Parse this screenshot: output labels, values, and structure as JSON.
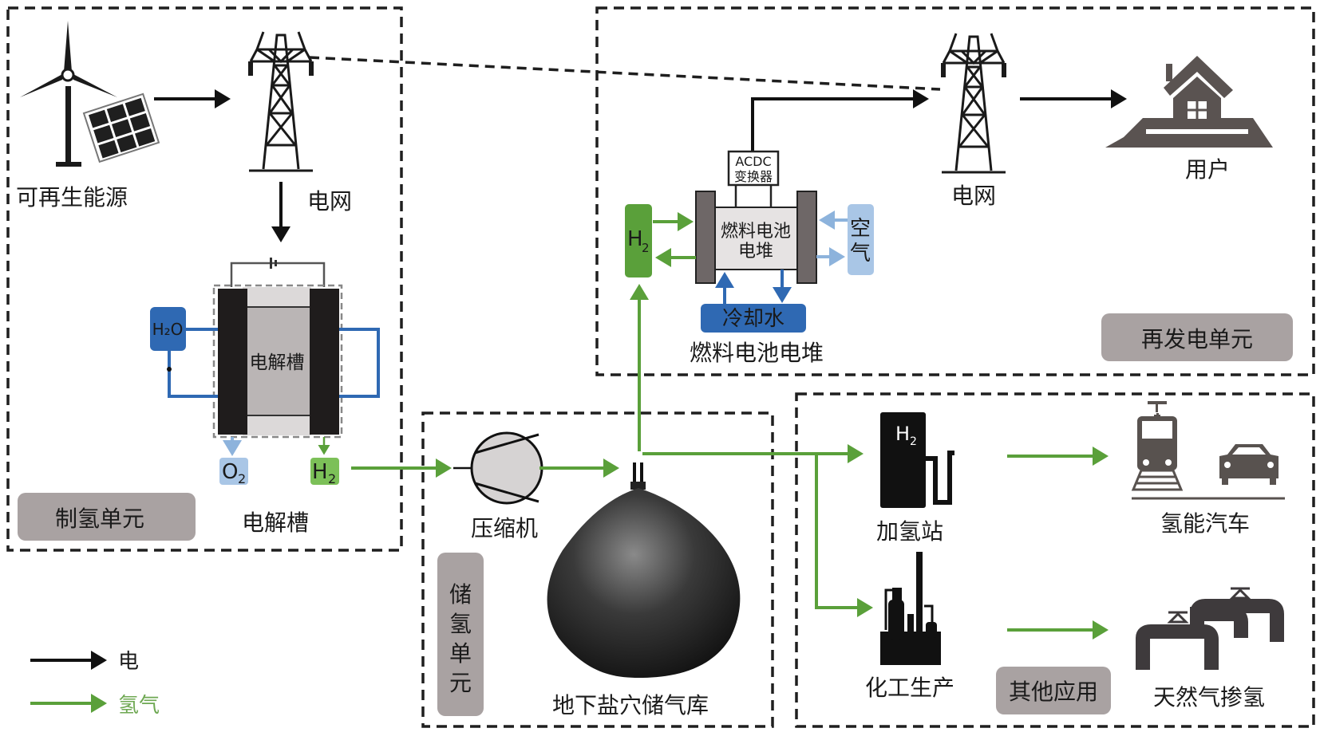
{
  "title": "Renewable hydrogen production, storage and utilization system",
  "colors": {
    "electricity": "#111111",
    "hydrogen": "#5aa03a",
    "water": "#2f69b3",
    "air": "#a9c6e6",
    "unit_badge": "#a9a2a2",
    "icon_gray": "#58524f"
  },
  "production_unit": {
    "badge": "制氢单元",
    "renewable_label": "可再生能源",
    "grid_label": "电网",
    "electrolyzer_inner": "电解槽",
    "electrolyzer_label": "电解槽",
    "water": "H₂O",
    "oxygen": "O",
    "oxygen_sub": "2",
    "hydrogen": "H",
    "hydrogen_sub": "2"
  },
  "regeneration_unit": {
    "badge": "再发电单元",
    "converter_line1": "ACDC",
    "converter_line2": "变换器",
    "stack_line1": "燃料电池",
    "stack_line2": "电堆",
    "stack_label": "燃料电池电堆",
    "hydrogen": "H",
    "hydrogen_sub": "2",
    "air_line1": "空",
    "air_line2": "气",
    "coolant": "冷却水",
    "grid_label": "电网",
    "user_label": "用户"
  },
  "storage_unit": {
    "badge_chars": [
      "储",
      "氢",
      "单",
      "元"
    ],
    "compressor_label": "压缩机",
    "cavern_label": "地下盐穴储气库"
  },
  "applications_unit": {
    "badge": "其他应用",
    "station_label": "加氢站",
    "station_h": "H",
    "station_sub": "2",
    "vehicles_label": "氢能汽车",
    "chemical_label": "化工生产",
    "pipeline_label": "天然气掺氢"
  },
  "legend": {
    "items": [
      {
        "label": "电",
        "kind": "electricity"
      },
      {
        "label": "氢气",
        "kind": "hydrogen"
      }
    ]
  }
}
